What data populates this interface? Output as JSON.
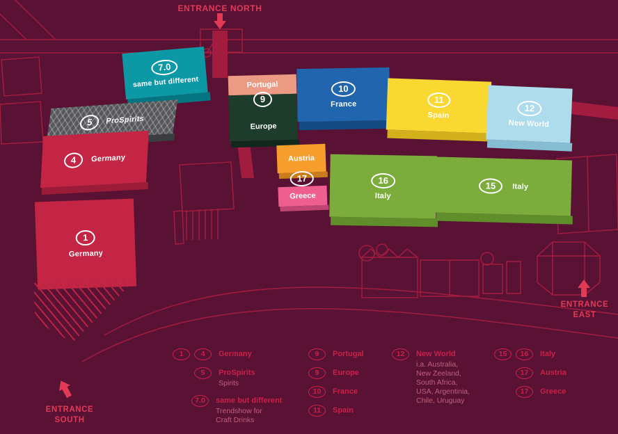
{
  "colors": {
    "background": "#591233",
    "outline": "#a21c40",
    "road": "#a21c40",
    "entrance_red": "#e03a57",
    "legend_text": "#c9204a",
    "legend_sub": "#c05f7e",
    "hall_teal": "#0d98a5",
    "hall_gray": "#56575b",
    "hall_red": "#c42544",
    "hall_salmon": "#eb9a83",
    "hall_dark_green": "#1e3c2b",
    "hall_blue": "#2065ae",
    "hall_yellow": "#f9d832",
    "hall_light_blue": "#aedcec",
    "hall_orange": "#f59e2e",
    "hall_pink": "#ee5f90",
    "hall_green": "#7cad3c"
  },
  "entrances": {
    "north": "ENTRANCE NORTH",
    "east_line1": "ENTRANCE",
    "east_line2": "EAST",
    "south_line1": "ENTRANCE",
    "south_line2": "SOUTH"
  },
  "halls": {
    "h70": {
      "badge": "7.0",
      "label": "same but different"
    },
    "h5": {
      "badge": "5",
      "label": "ProSpirits"
    },
    "h4": {
      "badge": "4",
      "label": "Germany"
    },
    "h1": {
      "badge": "1",
      "label": "Germany"
    },
    "h9p": {
      "badge": "9",
      "label": "Portugal"
    },
    "h9e": {
      "label": "Europe"
    },
    "h10": {
      "badge": "10",
      "label": "France"
    },
    "h11": {
      "badge": "11",
      "label": "Spain"
    },
    "h12": {
      "badge": "12",
      "label": "New World"
    },
    "h17a": {
      "badge": "17",
      "label": "Austria"
    },
    "h17g": {
      "label": "Greece"
    },
    "h16": {
      "badge": "16",
      "label": "Italy"
    },
    "h15": {
      "badge": "15",
      "label": "Italy"
    }
  },
  "legend": {
    "c1r1": {
      "b1": "1",
      "b2": "4",
      "label": "Germany"
    },
    "c1r2": {
      "b": "5",
      "label": "ProSpirits",
      "sub": "Spirits"
    },
    "c1r3": {
      "b": "7.0",
      "label": "same but different",
      "sub1": "Trendshow for",
      "sub2": "Craft Drinks"
    },
    "c2r1": {
      "b": "9",
      "label": "Portugal"
    },
    "c2r2": {
      "b": "9",
      "label": "Europe"
    },
    "c2r3": {
      "b": "10",
      "label": "France"
    },
    "c2r4": {
      "b": "11",
      "label": "Spain"
    },
    "c3r1": {
      "b": "12",
      "label": "New World",
      "sub1": "i.a. Australia,",
      "sub2": "New Zeeland,",
      "sub3": "South Africa,",
      "sub4": "USA, Argentinia,",
      "sub5": "Chile, Uruguay"
    },
    "c4r1": {
      "b1": "15",
      "b2": "16",
      "label": "Italy"
    },
    "c4r2": {
      "b": "17",
      "label": "Austria"
    },
    "c4r3": {
      "b": "17",
      "label": "Greece"
    }
  }
}
